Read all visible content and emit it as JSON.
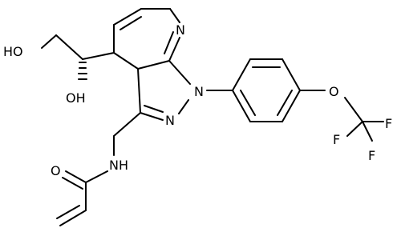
{
  "atoms": {
    "O_a": "O",
    "HO_a": "HO",
    "OH_b": "OH",
    "N_pyr": "N",
    "N_1": "N",
    "N_2": "N",
    "NH": "N",
    "H_amide": "H",
    "O_carbonyl": "O",
    "O_ether": "O",
    "F_1": "F",
    "F_2": "F",
    "F_3": "F"
  }
}
